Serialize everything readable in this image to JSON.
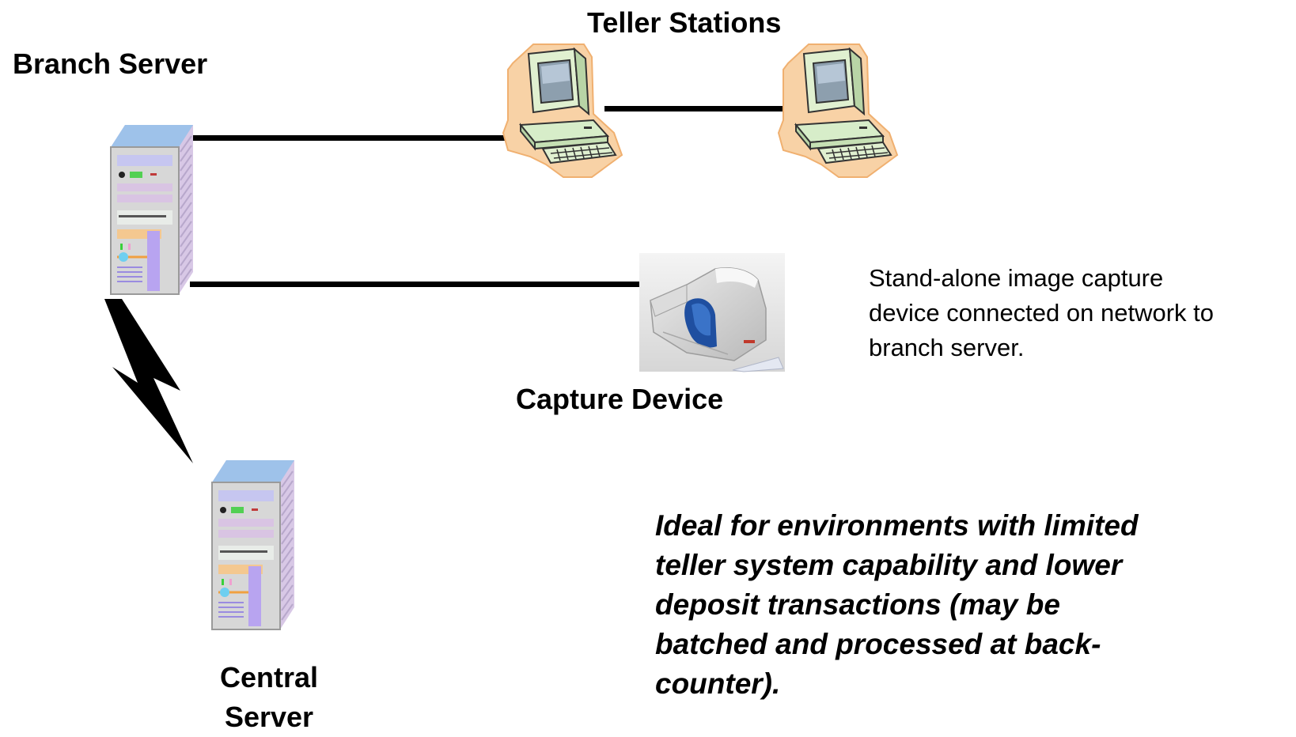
{
  "labels": {
    "branch_server": "Branch Server",
    "teller_stations": "Teller Stations",
    "capture_device": "Capture Device",
    "central_server_line1": "Central",
    "central_server_line2": "Server"
  },
  "note": {
    "lines": [
      "Stand-alone image capture",
      "device connected on network to",
      "branch server."
    ]
  },
  "ideal": {
    "lines": [
      "Ideal for environments with limited",
      "teller system capability and lower",
      "deposit transactions (may be",
      "batched and processed at back-",
      "counter)."
    ]
  },
  "icons": {
    "branch_server": "server-icon",
    "central_server": "server-icon",
    "teller_station_1": "computer-icon",
    "teller_station_2": "computer-icon",
    "capture_device": "check-scanner-icon",
    "wan_link": "lightning-bolt-icon"
  }
}
